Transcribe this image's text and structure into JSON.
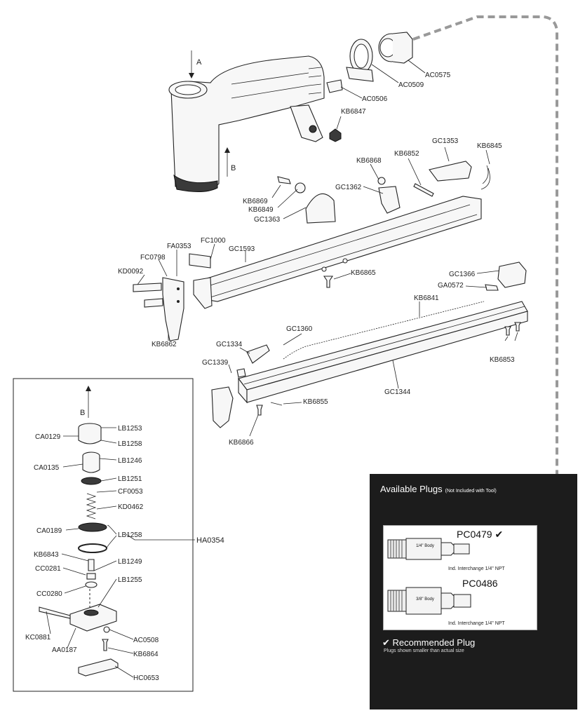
{
  "arrows": {
    "a": "A",
    "b_top": "B",
    "b_box": "B"
  },
  "labels": {
    "AC0575": "AC0575",
    "AC0509": "AC0509",
    "AC0506": "AC0506",
    "KB6847": "KB6847",
    "GC1353": "GC1353",
    "KB6845": "KB6845",
    "KB6852": "KB6852",
    "KB6868": "KB6868",
    "GC1362": "GC1362",
    "KB6869": "KB6869",
    "KB6849": "KB6849",
    "GC1363": "GC1363",
    "FC1000": "FC1000",
    "FA0353": "FA0353",
    "GC1593": "GC1593",
    "FC0798": "FC0798",
    "KD0092": "KD0092",
    "KB6865": "KB6865",
    "KB6862": "KB6862",
    "GC1366": "GC1366",
    "GA0572": "GA0572",
    "KB6841": "KB6841",
    "GC1360": "GC1360",
    "GC1334": "GC1334",
    "KB6853": "KB6853",
    "GC1339": "GC1339",
    "GC1344": "GC1344",
    "KB6855": "KB6855",
    "KB6866": "KB6866",
    "LB1253": "LB1253",
    "CA0129": "CA0129",
    "LB1258a": "LB1258",
    "CA0135": "CA0135",
    "LB1246": "LB1246",
    "LB1251": "LB1251",
    "CF0053": "CF0053",
    "KD0462": "KD0462",
    "CA0189": "CA0189",
    "LB1258b": "LB1258",
    "HA0354": "HA0354",
    "KB6843": "KB6843",
    "LB1249": "LB1249",
    "CC0281": "CC0281",
    "LB1255": "LB1255",
    "CC0280": "CC0280",
    "KC0881": "KC0881",
    "AC0508": "AC0508",
    "AA0187": "AA0187",
    "KB6864": "KB6864",
    "HC0653": "HC0653"
  },
  "plugs": {
    "title": "Available Plugs",
    "title_note": "(Not Included with Tool)",
    "items": [
      {
        "code": "PC0479",
        "check": "✔",
        "body": "1/4\" Body",
        "note": "Ind. Interchange 1/4\" NPT"
      },
      {
        "code": "PC0486",
        "check": "",
        "body": "3/8\" Body",
        "note": "Ind. Interchange 1/4\" NPT"
      }
    ],
    "recommended": "✔ Recommended Plug",
    "recommended_note": "Plugs shown smaller than actual size"
  },
  "colors": {
    "panel": "#1c1c1c",
    "dash": "#999999",
    "ink": "#222222"
  }
}
